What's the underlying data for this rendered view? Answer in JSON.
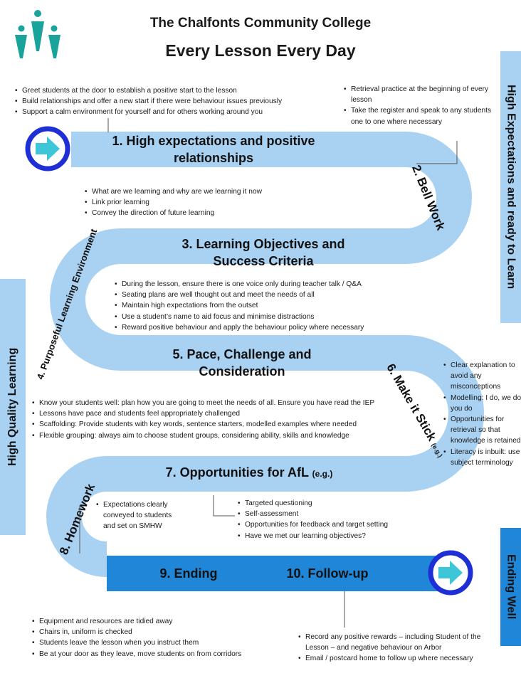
{
  "header": {
    "school": "The Chalfonts Community College",
    "title": "Every Lesson Every Day"
  },
  "sidebars": {
    "right_top": "High Expectations and ready to Learn",
    "left": "High Quality Learning",
    "right_bottom": "Ending Well"
  },
  "stages": {
    "s1_line1": "1. High expectations and positive",
    "s1_line2": "relationships",
    "s2": "2. Bell Work",
    "s3_line1": "3. Learning Objectives and",
    "s3_line2": "Success Criteria",
    "s4": "4. Purposeful Learning Environment",
    "s5_line1": "5. Pace, Challenge and",
    "s5_line2": "Consideration",
    "s6": "6. Make it Stick",
    "s6_suffix": "(e.g.)",
    "s7": "7. Opportunities for AfL",
    "s7_suffix": "(e.g.)",
    "s8": "8. Homework",
    "s9": "9. Ending",
    "s10": "10. Follow-up"
  },
  "notes": {
    "greet": [
      "Greet students at the door to establish a positive start to the lesson",
      "Build relationships and offer a new start if there were behaviour issues previously",
      "Support a calm environment for yourself and for others working around you"
    ],
    "bell": [
      "Retrieval practice at the beginning of every lesson",
      "Take the register and speak to any students one to one where necessary"
    ],
    "objectives": [
      "What are we learning and why are we learning it now",
      "Link prior learning",
      "Convey the direction of future learning"
    ],
    "environment": [
      "During the lesson, ensure there is one voice only during teacher talk / Q&A",
      "Seating plans are well thought out and meet the needs of all",
      "Maintain high expectations from the outset",
      "Use a student’s name to aid focus and minimise distractions",
      "Reward positive behaviour and apply the behaviour policy where necessary"
    ],
    "pace": [
      "Know your students well: plan how you are going to meet the needs of all. Ensure you have read the IEP",
      "Lessons have pace and students feel appropriately challenged",
      "Scaffolding: Provide students with key words, sentence starters, modelled examples where needed",
      "Flexible grouping: always aim to choose student groups, considering ability, skills and knowledge"
    ],
    "stick": [
      "Clear explanation to avoid any misconceptions",
      "Modelling: I do, we do, you do",
      "Opportunities for retrieval so that knowledge is retained",
      "Literacy is inbuilt: use subject terminology"
    ],
    "homework": [
      "Expectations clearly conveyed to students and set on SMHW"
    ],
    "afl": [
      "Targeted questioning",
      "Self-assessment",
      "Opportunities for feedback and target setting",
      "Have we met our learning objectives?"
    ],
    "ending": [
      "Equipment and resources are tidied away",
      "Chairs in, uniform is checked",
      "Students leave the lesson when you instruct them",
      "Be at your door as they leave, move students on from corridors"
    ],
    "followup": [
      "Record any positive rewards – including Student of the Lesson – and negative behaviour on Arbor",
      "Email / postcard home to follow up where necessary"
    ]
  },
  "colors": {
    "path_light": "#a9d1f2",
    "path_dark": "#1f86d8",
    "logo_teal": "#1aa39a",
    "arrow_ring": "#1f2fd6",
    "arrow_fill": "#3cc6d8"
  },
  "icons": {
    "logo": "three-figures-logo",
    "start": "start-arrow-icon",
    "end": "end-arrow-icon"
  }
}
